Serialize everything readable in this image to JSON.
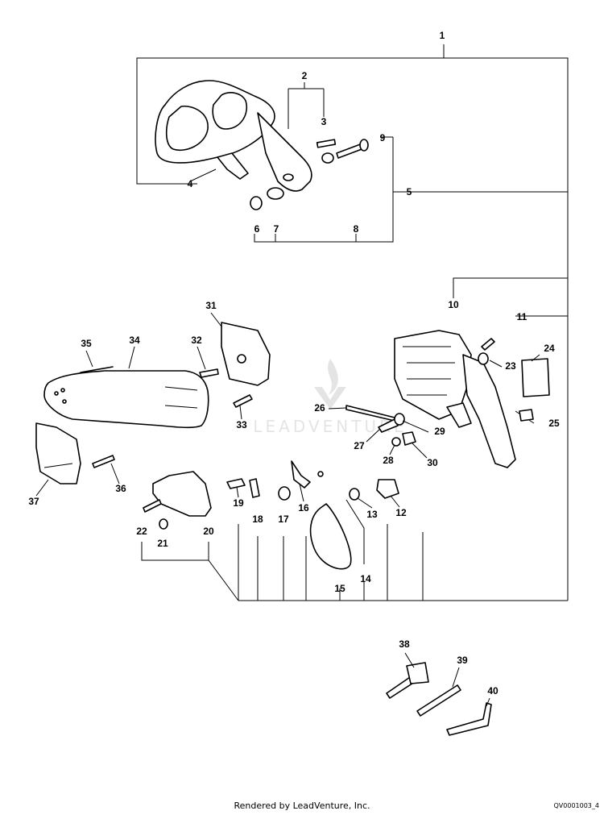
{
  "watermark": "LEADVENTURE",
  "footer_text": "Rendered by LeadVenture, Inc.",
  "doc_id": "QV0001003_4",
  "callouts": [
    "1",
    "2",
    "3",
    "4",
    "5",
    "6",
    "7",
    "8",
    "9",
    "10",
    "11",
    "12",
    "13",
    "14",
    "15",
    "16",
    "17",
    "18",
    "19",
    "20",
    "21",
    "22",
    "23",
    "24",
    "25",
    "26",
    "27",
    "28",
    "29",
    "30",
    "31",
    "32",
    "33",
    "34",
    "35",
    "36",
    "37",
    "38",
    "39",
    "40"
  ]
}
